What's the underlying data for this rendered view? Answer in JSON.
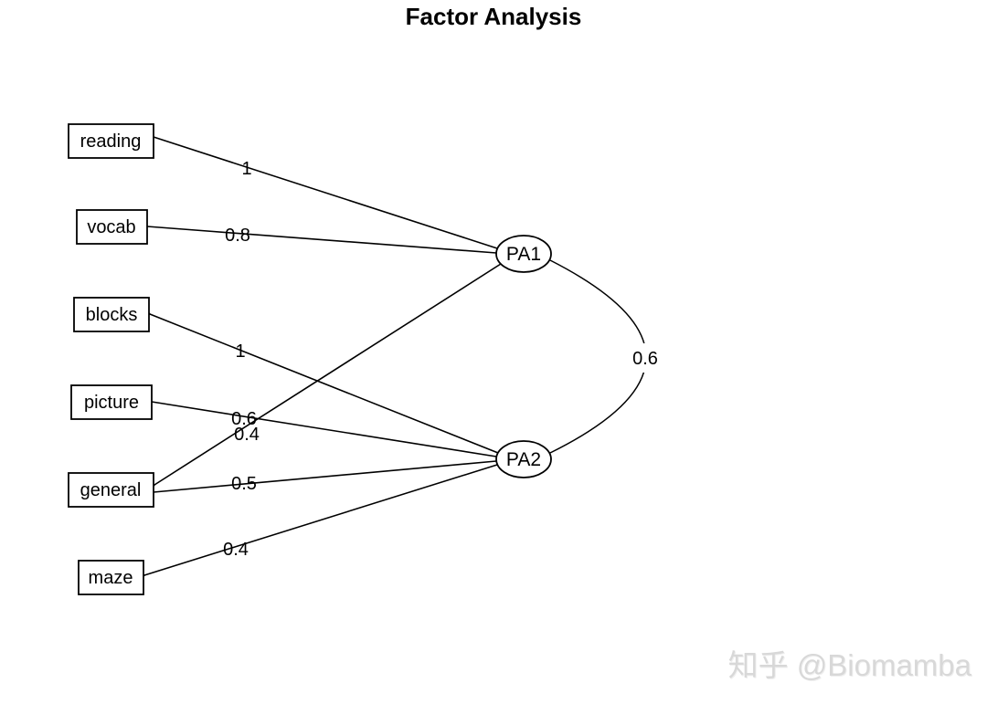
{
  "title": "Factor Analysis",
  "watermark": "知乎 @Biomamba",
  "diagram": {
    "type": "factor-analysis-path-diagram",
    "observed": [
      "reading",
      "vocab",
      "blocks",
      "picture",
      "general",
      "maze"
    ],
    "latent": [
      "PA1",
      "PA2"
    ],
    "loadings": [
      {
        "factor": "PA1",
        "variable": "reading",
        "value": "1"
      },
      {
        "factor": "PA1",
        "variable": "vocab",
        "value": "0.8"
      },
      {
        "factor": "PA2",
        "variable": "blocks",
        "value": "1"
      },
      {
        "factor": "PA2",
        "variable": "picture",
        "value": "0.6"
      },
      {
        "factor": "PA1",
        "variable": "general",
        "value": "0.4"
      },
      {
        "factor": "PA2",
        "variable": "general",
        "value": "0.5"
      },
      {
        "factor": "PA2",
        "variable": "maze",
        "value": "0.4"
      }
    ],
    "correlations": [
      {
        "between": "PA1",
        "and": "PA2",
        "value": "0.6"
      }
    ]
  },
  "colors": {
    "stroke": "#000000",
    "background": "#ffffff",
    "watermark": "#d8d8d8"
  }
}
